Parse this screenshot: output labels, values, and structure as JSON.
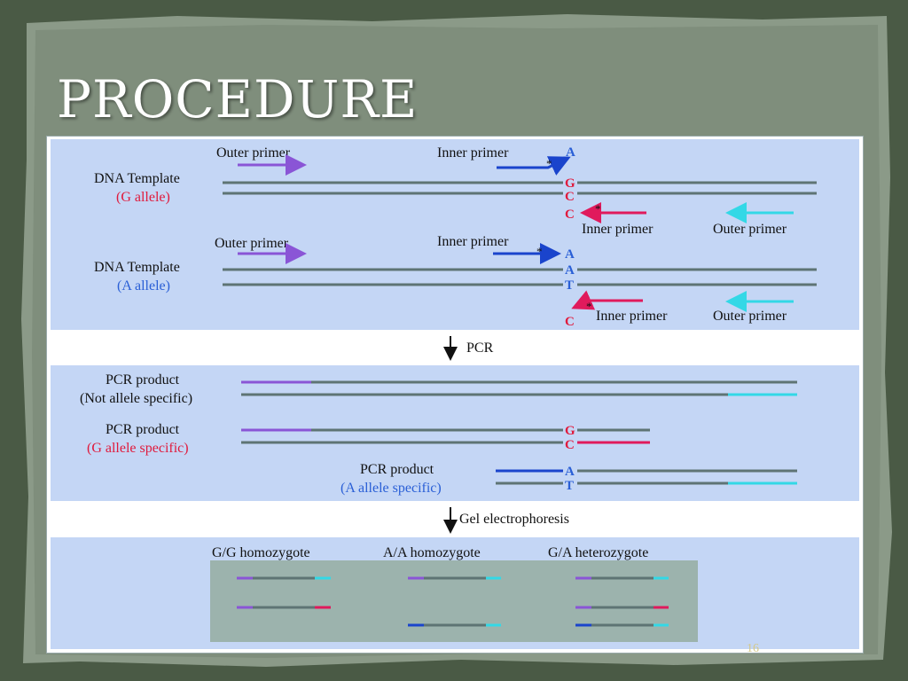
{
  "slide": {
    "title": "PROCEDURE",
    "page_number": "16"
  },
  "colors": {
    "panel": "#c4d6f5",
    "outer_primer": "#8a55d6",
    "inner_blue": "#1a44cc",
    "inner_red": "#e01a5c",
    "cyan": "#33d8e6",
    "strand": "#5e7474",
    "label_red": "#e01a3c",
    "label_blue": "#2a5fd6",
    "gel": "#9cb3ad"
  },
  "section1": {
    "g_allele": {
      "outer_primer": "Outer primer",
      "inner_primer": "Inner primer",
      "template": "DNA Template",
      "allele": "(G allele)",
      "base_primer": "A",
      "bases": [
        "G",
        "C"
      ],
      "base_rev": "C",
      "inner_primer_rev": "Inner primer",
      "outer_primer_rev": "Outer primer"
    },
    "a_allele": {
      "outer_primer": "Outer primer",
      "inner_primer": "Inner primer",
      "template": "DNA Template",
      "allele": "(A allele)",
      "base_primer": "A",
      "bases": [
        "A",
        "T"
      ],
      "base_rev": "C",
      "inner_primer_rev": "Inner primer",
      "outer_primer_rev": "Outer primer"
    }
  },
  "step1": {
    "label": "PCR"
  },
  "section2": {
    "nonspecific": {
      "line1": "PCR product",
      "line2": "(Not allele specific)"
    },
    "g_specific": {
      "line1": "PCR product",
      "line2": "(G allele specific)",
      "bases": [
        "G",
        "C"
      ]
    },
    "a_specific": {
      "line1": "PCR product",
      "line2": "(A allele specific)",
      "bases": [
        "A",
        "T"
      ]
    }
  },
  "step2": {
    "label": "Gel electrophoresis"
  },
  "section3": {
    "lanes": [
      "G/G homozygote",
      "A/A homozygote",
      "G/A heterozygote"
    ]
  }
}
